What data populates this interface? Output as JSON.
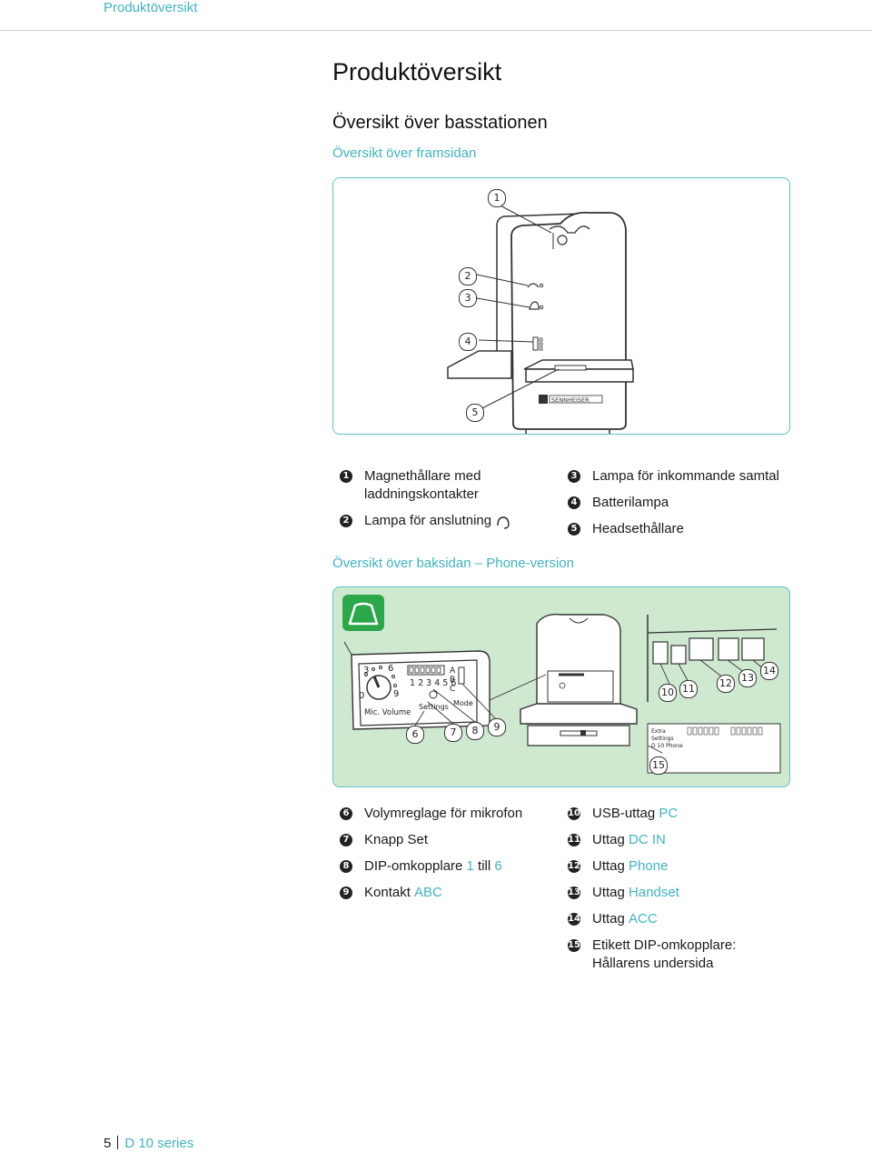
{
  "running_header": "Produktöversikt",
  "page_title": "Produktöversikt",
  "section_title": "Översikt över basstationen",
  "front_subtitle": "Översikt över framsidan",
  "back_subtitle": "Översikt över baksidan – Phone-version",
  "front_callouts": [
    "1",
    "2",
    "3",
    "4",
    "5"
  ],
  "front_legend": [
    {
      "n": "1",
      "text": "Magnethållare med",
      "text2": "laddningskontakter"
    },
    {
      "n": "2",
      "text": "Lampa för anslutning"
    },
    {
      "n": "3",
      "text": "Lampa för inkommande samtal"
    },
    {
      "n": "4",
      "text": "Batterilampa"
    },
    {
      "n": "5",
      "text": "Headsethållare"
    }
  ],
  "device_brand": "SENNHEISER",
  "panel": {
    "mic_volume": "Mic. Volume",
    "settings": "Settings",
    "mode": "Mode",
    "dip_numbers": "1 2 3 4 5 6",
    "mode_letters": [
      "A",
      "B",
      "C"
    ],
    "dial_marks": [
      "0",
      "3",
      "6",
      "9"
    ],
    "label_extra": "Extra",
    "label_settings": "Settings",
    "label_model": "D 10 Phone"
  },
  "back_callouts": [
    "6",
    "7",
    "8",
    "9",
    "10",
    "11",
    "12",
    "13",
    "14",
    "15"
  ],
  "back_legend_left": [
    {
      "n": "6",
      "text": "Volymreglage för mikrofon"
    },
    {
      "n": "7",
      "text": "Knapp Set"
    },
    {
      "n": "8",
      "pre": "DIP-omkopplare ",
      "a": "1",
      "mid": " till ",
      "b": "6"
    },
    {
      "n": "9",
      "pre": "Kontakt ",
      "a": "ABC"
    }
  ],
  "back_legend_right": [
    {
      "n": "10",
      "pre": "USB-uttag ",
      "a": "PC"
    },
    {
      "n": "11",
      "pre": "Uttag ",
      "a": "DC IN"
    },
    {
      "n": "12",
      "pre": "Uttag ",
      "a": "Phone"
    },
    {
      "n": "13",
      "pre": "Uttag ",
      "a": "Handset"
    },
    {
      "n": "14",
      "pre": "Uttag ",
      "a": "ACC"
    },
    {
      "n": "15",
      "text": "Etikett DIP-omkopplare:",
      "text2": "Hållarens undersida"
    }
  ],
  "footer": {
    "page": "5",
    "series": "D 10 series"
  },
  "colors": {
    "accent": "#3fb4c0",
    "panel_green": "#cfe9d1",
    "phone_icon_bg": "#2aa84a"
  }
}
